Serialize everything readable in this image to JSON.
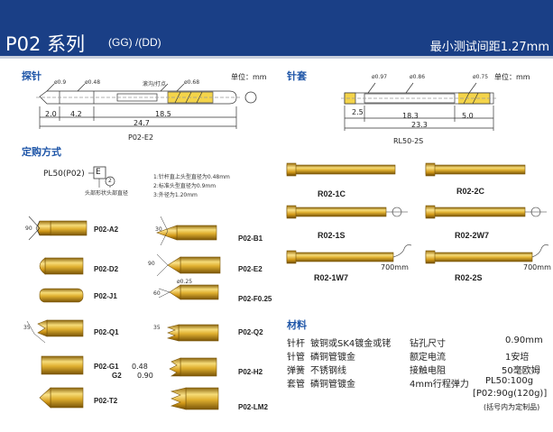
{
  "header": {
    "title": "P02 系列",
    "suffix": "(GG) /(DD)",
    "pitch": "最小测试间距1.27mm"
  },
  "probe": {
    "section": "探针",
    "unit": "单位：mm",
    "dia1": "0.9",
    "dia2": "0.48",
    "note": "滚沟/打点",
    "dia3": "0.68",
    "dim1": "2.0",
    "dim2": "4.2",
    "dim3": "18.5",
    "dim4": "24.7",
    "model": "P02-E2"
  },
  "socket": {
    "section": "针套",
    "unit": "单位：mm",
    "dia1": "0.97",
    "dia2": "0.86",
    "dia3": "0.75",
    "dim1": "2.5",
    "dim2": "18.3",
    "dim3": "5.0",
    "dim4": "23.3",
    "model": "RL50-2S"
  },
  "order": {
    "section": "定购方式",
    "code": "PL50(P02)",
    "head": "E",
    "sub": "2",
    "cap1": "头部形状",
    "cap2": "头部直径",
    "notes": [
      "1:针杆直上头型直径为0.48mm",
      "2:标准头型直径为0.9mm",
      "3:外径为1.20mm"
    ]
  },
  "tips_left": [
    {
      "name": "P02-A2",
      "dim": "90"
    },
    {
      "name": "P02-D2",
      "dim": ""
    },
    {
      "name": "P02-J1",
      "dim": ""
    },
    {
      "name": "P02-Q1",
      "dim": "35"
    },
    {
      "name": "P02-G1",
      "dim": ""
    },
    {
      "name": "P02-T2",
      "dim": ""
    }
  ],
  "g_extra": {
    "g2": "G2",
    "v1": "0.48",
    "v2": "0.90"
  },
  "tips_right": [
    {
      "name": "P02-B1",
      "dim": "30"
    },
    {
      "name": "P02-E2",
      "dim": "90"
    },
    {
      "name": "P02-F0.25",
      "dim": "60",
      "dim2": "0.25"
    },
    {
      "name": "P02-Q2",
      "dim": "35"
    },
    {
      "name": "P02-H2",
      "dim": ""
    },
    {
      "name": "P02-LM2",
      "dim": ""
    }
  ],
  "sockets": [
    {
      "name": "R02-1C"
    },
    {
      "name": "R02-2C"
    },
    {
      "name": "R02-1S"
    },
    {
      "name": "R02-2W7"
    },
    {
      "name": "R02-1W7",
      "len": "700mm"
    },
    {
      "name": "R02-2S",
      "len": "700mm"
    }
  ],
  "materials": {
    "section": "材料",
    "rows": [
      {
        "part": "针杆",
        "material": "铍铜或SK4镀金或铑",
        "prop": "钻孔尺寸",
        "value": "0.90mm"
      },
      {
        "part": "针管",
        "material": "磷铜管镀金",
        "prop": "额定电流",
        "value": "1安培"
      },
      {
        "part": "弹簧",
        "material": "不锈钢线",
        "prop": "接触电阻",
        "value": "50毫欧姆"
      },
      {
        "part": "套管",
        "material": "磷铜管镀金",
        "prop": "4mm行程弹力",
        "value": "PL50:100g"
      }
    ],
    "extra": "[P02:90g(120g)]",
    "footnote": "(括号内为定制品)"
  },
  "colors": {
    "header": "#1a3f86",
    "section": "#1f56a8",
    "gold": "#d9a520",
    "gold_dark": "#8a6410",
    "gold_light": "#f6dc78"
  }
}
